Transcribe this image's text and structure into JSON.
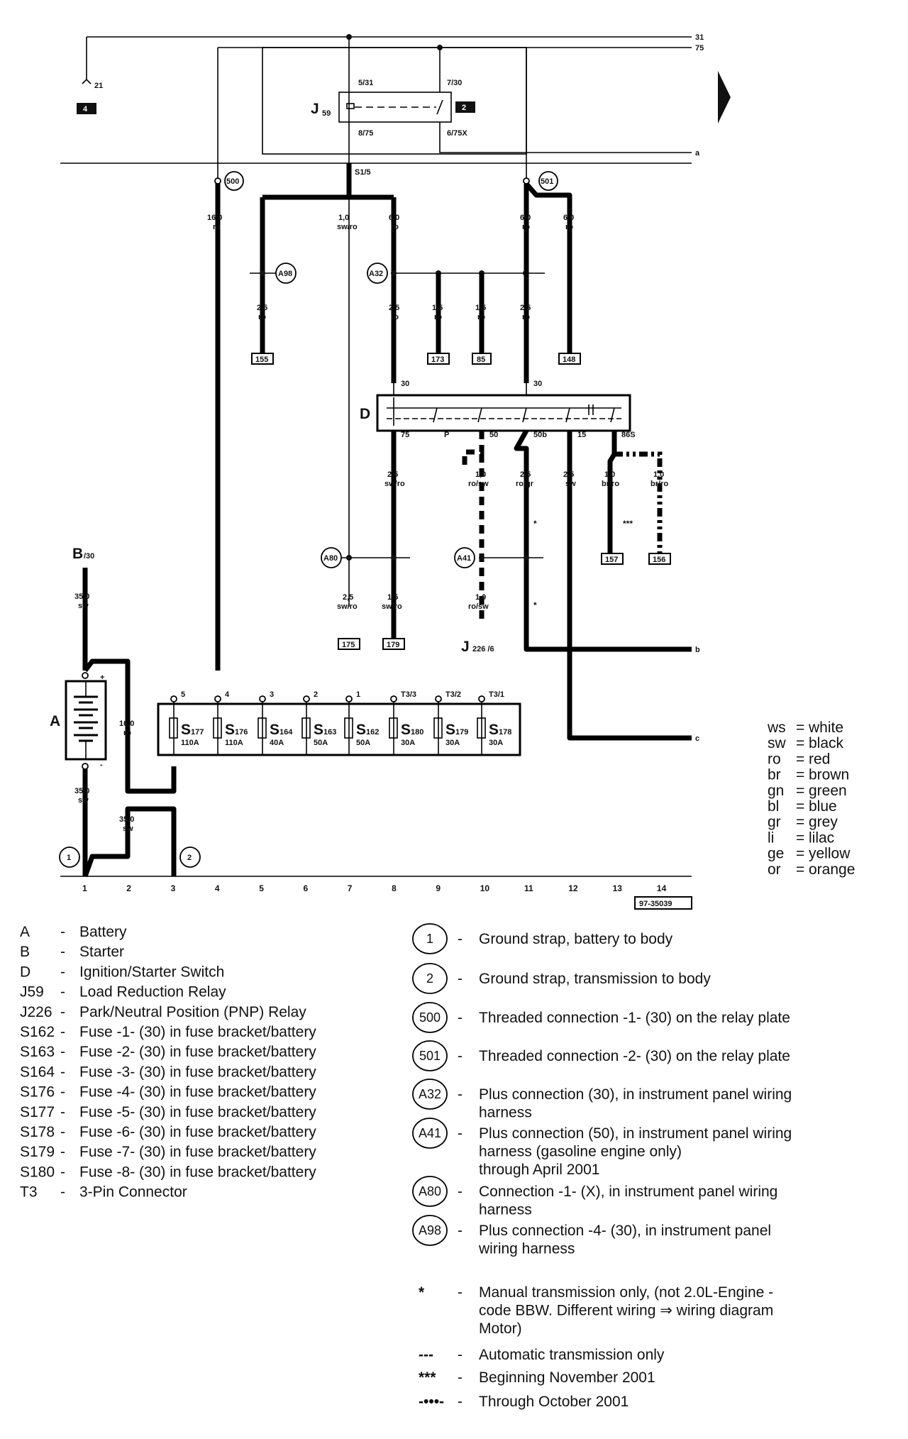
{
  "rails": {
    "r31": "31",
    "r75": "75",
    "ra": "a",
    "rb": "b",
    "rc": "c"
  },
  "refs": {
    "ref4": "4",
    "ref2": "2",
    "ref21": "21"
  },
  "relay": {
    "name": "J",
    "sub": "59",
    "p531": "5/31",
    "p730": "7/30",
    "p875": "8/75",
    "p675x": "6/75X"
  },
  "s15": "S1/5",
  "wires": {
    "w500": {
      "g": "16,0",
      "c": "ro"
    },
    "wmid": {
      "g": "1,0",
      "c": "sw/ro"
    },
    "w60a": {
      "g": "6,0",
      "c": "ro"
    },
    "w60b": {
      "g": "6,0",
      "c": "ro"
    },
    "w60c": {
      "g": "6,0",
      "c": "ro"
    },
    "w155": {
      "g": "2,5",
      "c": "ro"
    },
    "w30a": {
      "g": "2,5",
      "c": "ro"
    },
    "w173": {
      "g": "1,5",
      "c": "ro"
    },
    "w85": {
      "g": "1,5",
      "c": "ro"
    },
    "w30b": {
      "g": "2,5",
      "c": "ro"
    },
    "w75": {
      "g": "2,5",
      "c": "sw/ro"
    },
    "w50": {
      "g": "1,0",
      "c": "ro/sw"
    },
    "w50b": {
      "g": "2,5",
      "c": "ro/gr"
    },
    "w15": {
      "g": "2,5",
      "c": "sw"
    },
    "w157": {
      "g": "1,0",
      "c": "br/ro"
    },
    "w156": {
      "g": "1,0",
      "c": "br/ro"
    },
    "w175": {
      "g": "2,5",
      "c": "sw/ro"
    },
    "w179": {
      "g": "1,5",
      "c": "sw/ro"
    },
    "wj226": {
      "g": "1,0",
      "c": "ro/sw"
    },
    "wbat": {
      "g": "35,0",
      "c": "sw"
    },
    "wgnd": {
      "g": "35,0",
      "c": "sw"
    },
    "wgnd2": {
      "g": "35,0",
      "c": "sw"
    },
    "w16b": {
      "g": "16,0",
      "c": "ro"
    }
  },
  "circles": {
    "c500": "500",
    "c501": "501",
    "a98": "A98",
    "a32": "A32",
    "a80": "A80",
    "a41": "A41",
    "g1": "1",
    "g2": "2"
  },
  "boxes": {
    "b155": "155",
    "b173": "173",
    "b85": "85",
    "b148": "148",
    "b175": "175",
    "b179": "179",
    "b157": "157",
    "b156": "156"
  },
  "switch": {
    "label": "D",
    "p30a": "30",
    "p30b": "30",
    "p75": "75",
    "pP": "P",
    "p50": "50",
    "p50b": "50b",
    "p15": "15",
    "p86s": "86S"
  },
  "stars": {
    "s1": "*",
    "s2": "*",
    "s3": "***"
  },
  "j226": {
    "name": "J",
    "sub": "226 /6"
  },
  "battery": {
    "label": "A",
    "plus": "+",
    "minus": "-",
    "starter": "B",
    "starter_sub": "/30"
  },
  "fuses": [
    {
      "top": "5",
      "name": "S",
      "num": "177",
      "amp": "110A"
    },
    {
      "top": "4",
      "name": "S",
      "num": "176",
      "amp": "110A"
    },
    {
      "top": "3",
      "name": "S",
      "num": "164",
      "amp": "40A"
    },
    {
      "top": "2",
      "name": "S",
      "num": "163",
      "amp": "50A"
    },
    {
      "top": "1",
      "name": "S",
      "num": "162",
      "amp": "50A"
    },
    {
      "top": "T3/3",
      "name": "S",
      "num": "180",
      "amp": "30A"
    },
    {
      "top": "T3/2",
      "name": "S",
      "num": "179",
      "amp": "30A"
    },
    {
      "top": "T3/1",
      "name": "S",
      "num": "178",
      "amp": "30A"
    }
  ],
  "grid": [
    "1",
    "2",
    "3",
    "4",
    "5",
    "6",
    "7",
    "8",
    "9",
    "10",
    "11",
    "12",
    "13",
    "14"
  ],
  "figure_id": "97-35039",
  "colors": [
    {
      "code": "ws",
      "name": "white"
    },
    {
      "code": "sw",
      "name": "black"
    },
    {
      "code": "ro",
      "name": "red"
    },
    {
      "code": "br",
      "name": "brown"
    },
    {
      "code": "gn",
      "name": "green"
    },
    {
      "code": "bl",
      "name": "blue"
    },
    {
      "code": "gr",
      "name": "grey"
    },
    {
      "code": "li",
      "name": "lilac"
    },
    {
      "code": "ge",
      "name": "yellow"
    },
    {
      "code": "or",
      "name": "orange"
    }
  ],
  "legend_left": [
    {
      "code": "A",
      "desc": "Battery"
    },
    {
      "code": "B",
      "desc": "Starter"
    },
    {
      "code": "D",
      "desc": "Ignition/Starter Switch"
    },
    {
      "code": "J59",
      "desc": "Load Reduction Relay"
    },
    {
      "code": "J226",
      "desc": "Park/Neutral Position (PNP) Relay"
    },
    {
      "code": "S162",
      "desc": "Fuse -1- (30) in fuse bracket/battery"
    },
    {
      "code": "S163",
      "desc": "Fuse -2- (30) in fuse bracket/battery"
    },
    {
      "code": "S164",
      "desc": "Fuse -3- (30) in fuse bracket/battery"
    },
    {
      "code": "S176",
      "desc": "Fuse -4- (30) in fuse bracket/battery"
    },
    {
      "code": "S177",
      "desc": "Fuse -5- (30) in fuse bracket/battery"
    },
    {
      "code": "S178",
      "desc": "Fuse -6- (30) in fuse bracket/battery"
    },
    {
      "code": "S179",
      "desc": "Fuse -7- (30) in fuse bracket/battery"
    },
    {
      "code": "S180",
      "desc": "Fuse -8- (30) in fuse bracket/battery"
    },
    {
      "code": "T3",
      "desc": "3-Pin Connector"
    }
  ],
  "legend_right": [
    {
      "sym": "1",
      "lines": [
        "Ground strap, battery to body"
      ]
    },
    {
      "sym": "2",
      "lines": [
        "Ground strap, transmission to body"
      ]
    },
    {
      "sym": "500",
      "lines": [
        "Threaded connection -1- (30) on the relay plate"
      ]
    },
    {
      "sym": "501",
      "lines": [
        "Threaded connection -2- (30) on the relay plate"
      ]
    },
    {
      "sym": "A32",
      "lines": [
        "Plus connection (30), in instrument panel wiring",
        "harness"
      ]
    },
    {
      "sym": "A41",
      "lines": [
        "Plus connection (50), in instrument panel wiring",
        "harness (gasoline engine only)",
        "through April 2001"
      ]
    },
    {
      "sym": "A80",
      "lines": [
        "Connection -1- (X), in instrument panel wiring",
        "harness"
      ]
    },
    {
      "sym": "A98",
      "lines": [
        "Plus connection -4- (30), in instrument panel",
        "wiring harness"
      ]
    }
  ],
  "notes": [
    {
      "sym": "*",
      "lines": [
        "Manual transmission only, (not 2.0L-Engine -",
        "code BBW. Different wiring ⇒ wiring diagram",
        "Motor)"
      ]
    },
    {
      "sym": "---",
      "lines": [
        "Automatic transmission only"
      ]
    },
    {
      "sym": "***",
      "lines": [
        "Beginning November 2001"
      ]
    },
    {
      "sym": "-•••-",
      "lines": [
        "Through October 2001"
      ]
    }
  ],
  "dash": "-"
}
